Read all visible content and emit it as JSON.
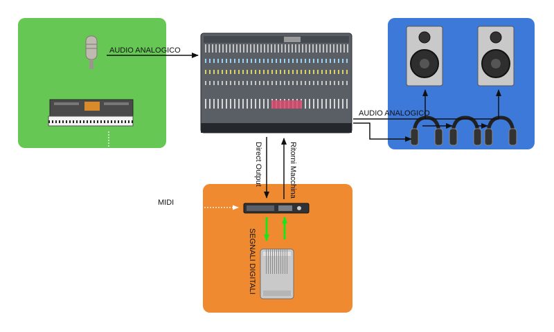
{
  "labels": {
    "audio_in": "AUDIO ANALOGICO",
    "audio_out": "AUDIO ANALOGICO",
    "direct_output": "Direct Output",
    "ritorni": "Ritorni Macchina",
    "midi": "MIDI",
    "segnali": "SEGNALI DIGITALI"
  },
  "colors": {
    "green_zone": "#66c755",
    "blue_zone": "#3c79d9",
    "orange_zone": "#f08a30",
    "digital_arrow": "#19e619"
  },
  "icons": [
    "microphone-icon",
    "keyboard-synth-icon",
    "mixer-console-icon",
    "studio-monitor-icon",
    "headphones-icon",
    "audio-interface-icon",
    "computer-tower-icon"
  ]
}
